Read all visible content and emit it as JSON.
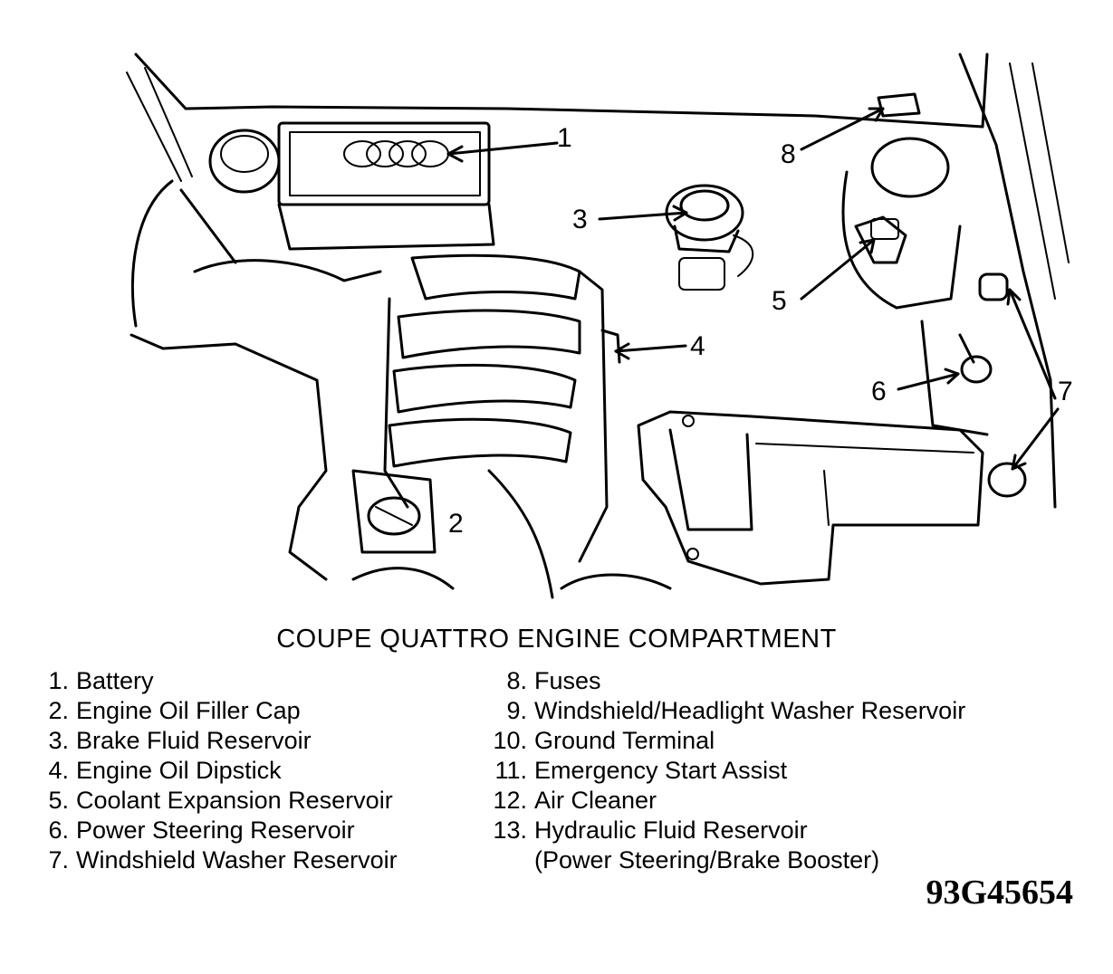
{
  "callouts": [
    "1",
    "2",
    "3",
    "4",
    "5",
    "6",
    "7",
    "8"
  ],
  "caption": "COUPE QUATTRO ENGINE COMPARTMENT",
  "legend_left": [
    {
      "num": "1.",
      "label": "Battery"
    },
    {
      "num": "2.",
      "label": "Engine Oil Filler Cap"
    },
    {
      "num": "3.",
      "label": "Brake Fluid Reservoir"
    },
    {
      "num": "4.",
      "label": "Engine Oil Dipstick"
    },
    {
      "num": "5.",
      "label": "Coolant Expansion Reservoir"
    },
    {
      "num": "6.",
      "label": "Power Steering Reservoir"
    },
    {
      "num": "7.",
      "label": "Windshield Washer Reservoir"
    }
  ],
  "legend_right": [
    {
      "num": "8.",
      "label": "Fuses"
    },
    {
      "num": "9.",
      "label": "Windshield/Headlight Washer Reservoir"
    },
    {
      "num": "10.",
      "label": "Ground Terminal"
    },
    {
      "num": "11.",
      "label": "Emergency Start Assist"
    },
    {
      "num": "12.",
      "label": "Air Cleaner"
    },
    {
      "num": "13.",
      "label": "Hydraulic Fluid Reservoir"
    }
  ],
  "legend_right_continuation": "(Power Steering/Brake Booster)",
  "figure_id": "93G45654"
}
